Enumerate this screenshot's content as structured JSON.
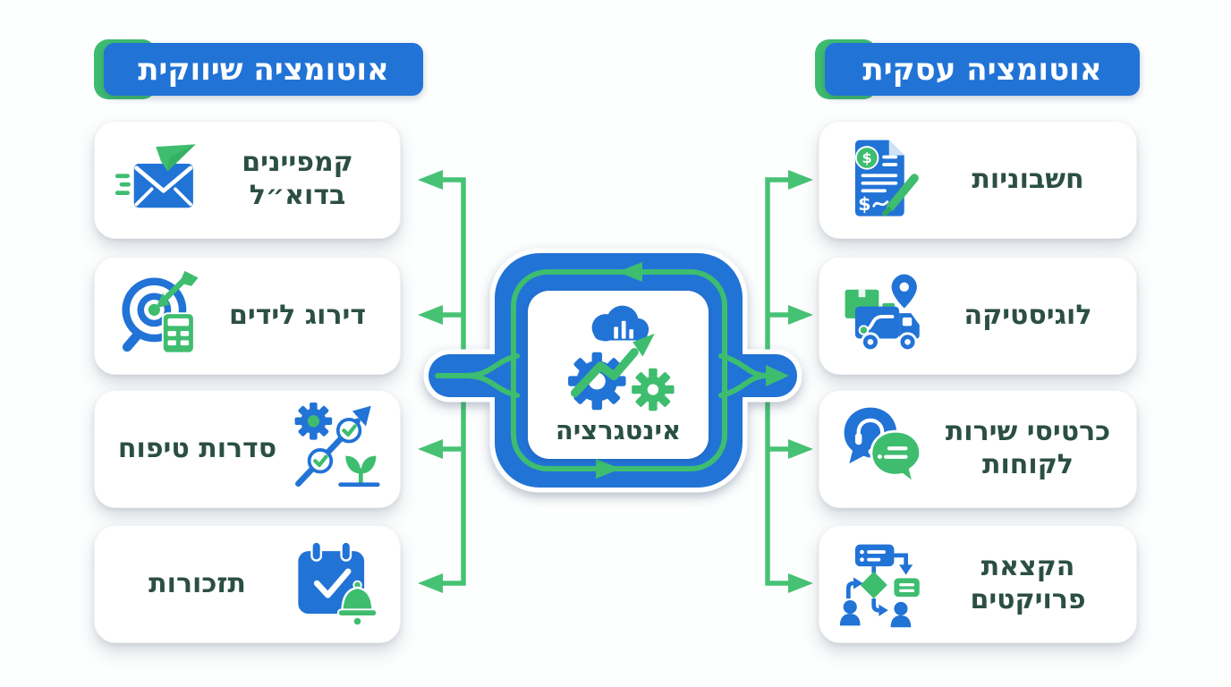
{
  "palette": {
    "blue": "#2173d6",
    "green": "#3ebd6f",
    "arrow_green": "#47c274",
    "label_text": "#2b4f43",
    "card_bg": "#ffffff"
  },
  "headers": {
    "marketing": "אוטומציה שיווקית",
    "business": "אוטומציה עסקית"
  },
  "center": {
    "label": "אינטגרציה",
    "icon": "cloud-analytics-gears"
  },
  "icons": {
    "currency_symbol": "$"
  },
  "cards": {
    "marketing": [
      {
        "label": "קמפיינים בדוא״ל",
        "icon": "email-campaign"
      },
      {
        "label": "דירוג לידים",
        "icon": "lead-scoring"
      },
      {
        "label": "סדרות טיפוח",
        "icon": "nurture-sequence"
      },
      {
        "label": "תזכורות",
        "icon": "reminders"
      }
    ],
    "business": [
      {
        "label": "חשבוניות",
        "icon": "invoices"
      },
      {
        "label": "לוגיסטיקה",
        "icon": "logistics"
      },
      {
        "label": "כרטיסי שירות לקוחות",
        "icon": "customer-service"
      },
      {
        "label": "הקצאת פרויקטים",
        "icon": "project-assignment"
      }
    ]
  }
}
